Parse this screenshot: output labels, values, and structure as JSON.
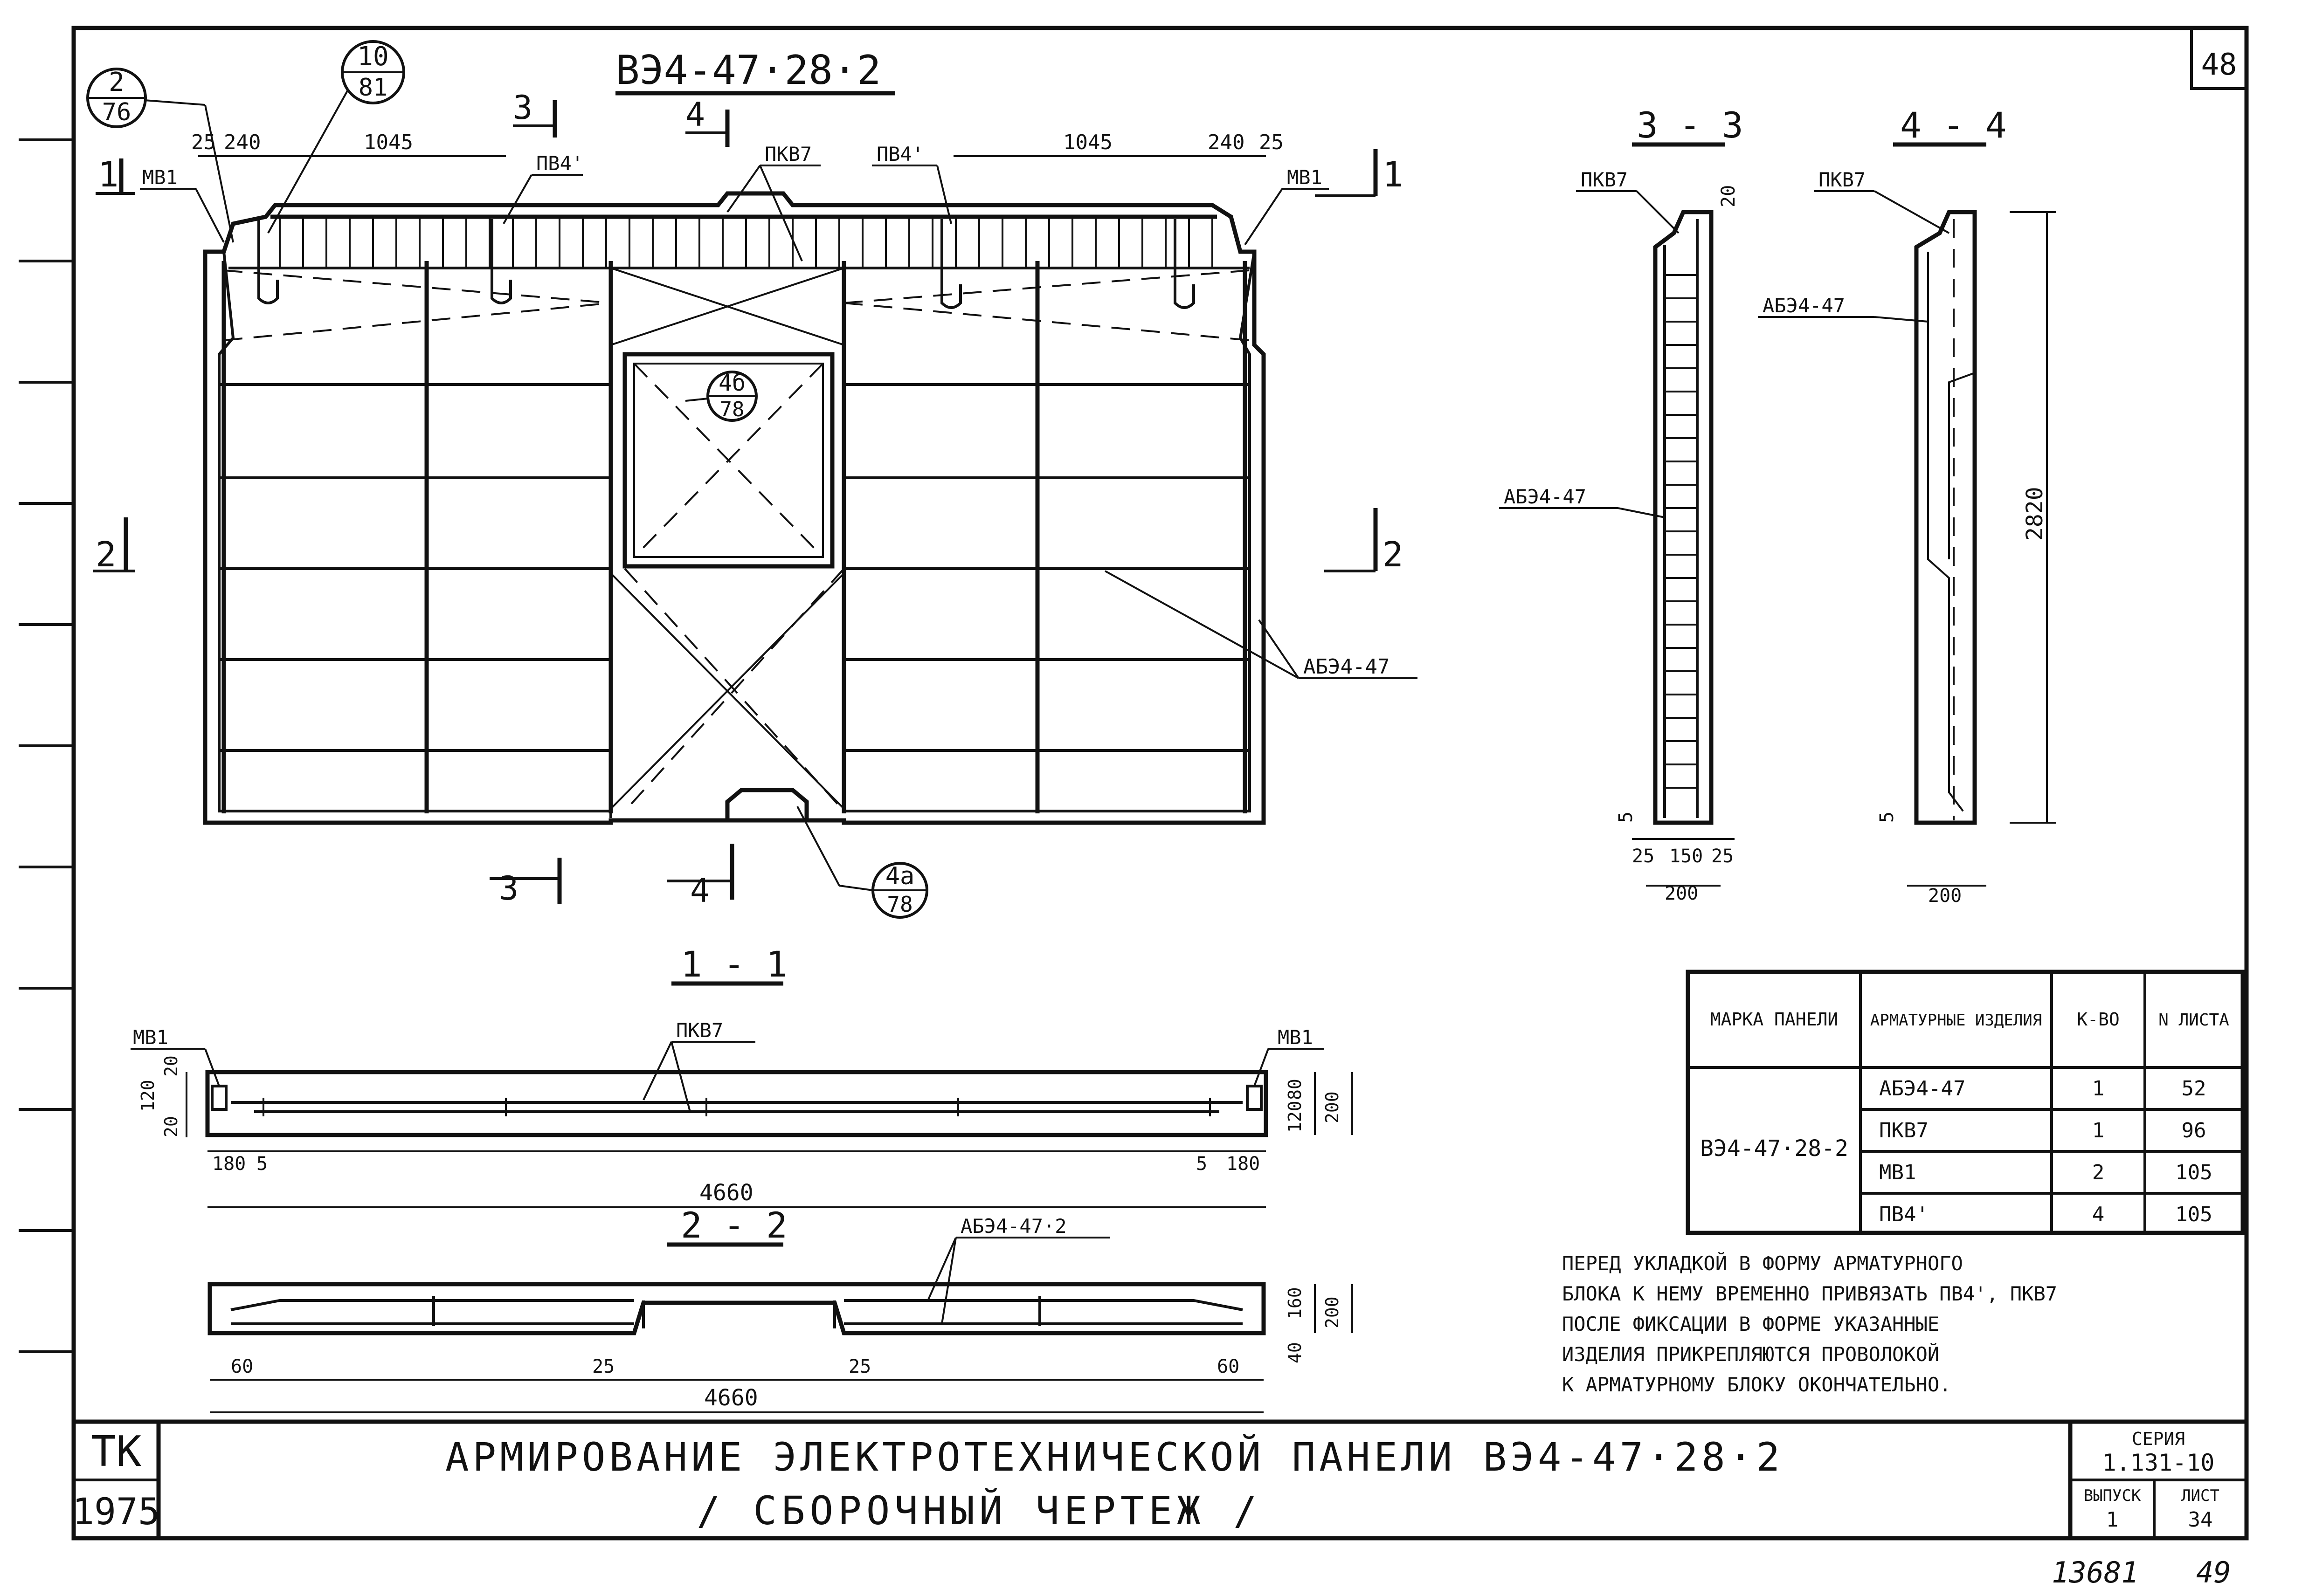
{
  "title_block": {
    "org": "ТК",
    "year": "1975",
    "title_line1": "АРМИРОВАНИЕ ЭЛЕКТРОТЕХНИЧЕСКОЙ ПАНЕЛИ ВЭ4-47·28·2",
    "title_line2": "/ СБОРОЧНЫЙ ЧЕРТЕЖ /",
    "series_label": "СЕРИЯ",
    "series_value": "1.131-10",
    "issue_label": "ВЫПУСК",
    "issue_value": "1",
    "sheet_label": "ЛИСТ",
    "sheet_value": "34"
  },
  "corner_sheet_number": "48",
  "bottom_notes": {
    "left": "13681",
    "right": "49"
  },
  "main_view": {
    "panel_mark": "ВЭ4-47·28·2",
    "callouts": [
      {
        "top": "2",
        "bottom": "76"
      },
      {
        "top": "10",
        "bottom": "81"
      },
      {
        "top": "4б",
        "bottom": "78"
      },
      {
        "top": "4а",
        "bottom": "78"
      }
    ],
    "section_marks": {
      "s1": "1",
      "s2": "2",
      "s3": "3",
      "s4": "4"
    },
    "dims": {
      "d25": "25",
      "d240": "240",
      "d1045": "1045"
    },
    "labels": {
      "mv1": "МВ1",
      "pv4": "ПВ4'",
      "pkv7": "ПКВ7",
      "abe": "АБЭ4-47"
    }
  },
  "section_3_3": {
    "title": "3 - 3",
    "labels": {
      "pkv7": "ПКВ7",
      "abe": "АБЭ4-47"
    },
    "dims": {
      "d20": "20",
      "d5": "5",
      "d25": "25",
      "d150": "150",
      "d200": "200"
    }
  },
  "section_4_4": {
    "title": "4 - 4",
    "labels": {
      "pkv7": "ПКВ7",
      "abe": "АБЭ4-47"
    },
    "dims": {
      "d2820": "2820",
      "d5": "5",
      "d200": "200"
    }
  },
  "section_1_1": {
    "title": "1 - 1",
    "labels": {
      "mv1": "МВ1",
      "pkv7": "ПКВ7"
    },
    "dims": {
      "d20": "20",
      "d120": "120",
      "d180": "180",
      "d5": "5",
      "d80": "80",
      "d200": "200",
      "d4660": "4660"
    }
  },
  "section_2_2": {
    "title": "2 - 2",
    "labels": {
      "abe": "АБЭ4-47·2"
    },
    "dims": {
      "d60": "60",
      "d25": "25",
      "d160": "160",
      "d40": "40",
      "d200": "200",
      "d4660": "4660"
    }
  },
  "spec_table": {
    "headers": [
      "МАРКА ПАНЕЛИ",
      "АРМАТУРНЫЕ ИЗДЕЛИЯ",
      "К-ВО",
      "N ЛИСТА"
    ],
    "panel": "ВЭ4-47·28-2",
    "rows": [
      {
        "item": "АБЭ4-47",
        "qty": "1",
        "sheet": "52"
      },
      {
        "item": "ПКВ7",
        "qty": "1",
        "sheet": "96"
      },
      {
        "item": "МВ1",
        "qty": "2",
        "sheet": "105"
      },
      {
        "item": "ПВ4'",
        "qty": "4",
        "sheet": "105"
      }
    ]
  },
  "note_lines": [
    "ПЕРЕД УКЛАДКОЙ В ФОРМУ АРМАТУРНОГО",
    "БЛОКА К НЕМУ ВРЕМЕННО ПРИВЯЗАТЬ ПВ4', ПКВ7",
    "ПОСЛЕ ФИКСАЦИИ В ФОРМЕ УКАЗАННЫЕ",
    "ИЗДЕЛИЯ ПРИКРЕПЛЯЮТСЯ ПРОВОЛОКОЙ",
    "К АРМАТУРНОМУ БЛОКУ ОКОНЧАТЕЛЬНО."
  ]
}
